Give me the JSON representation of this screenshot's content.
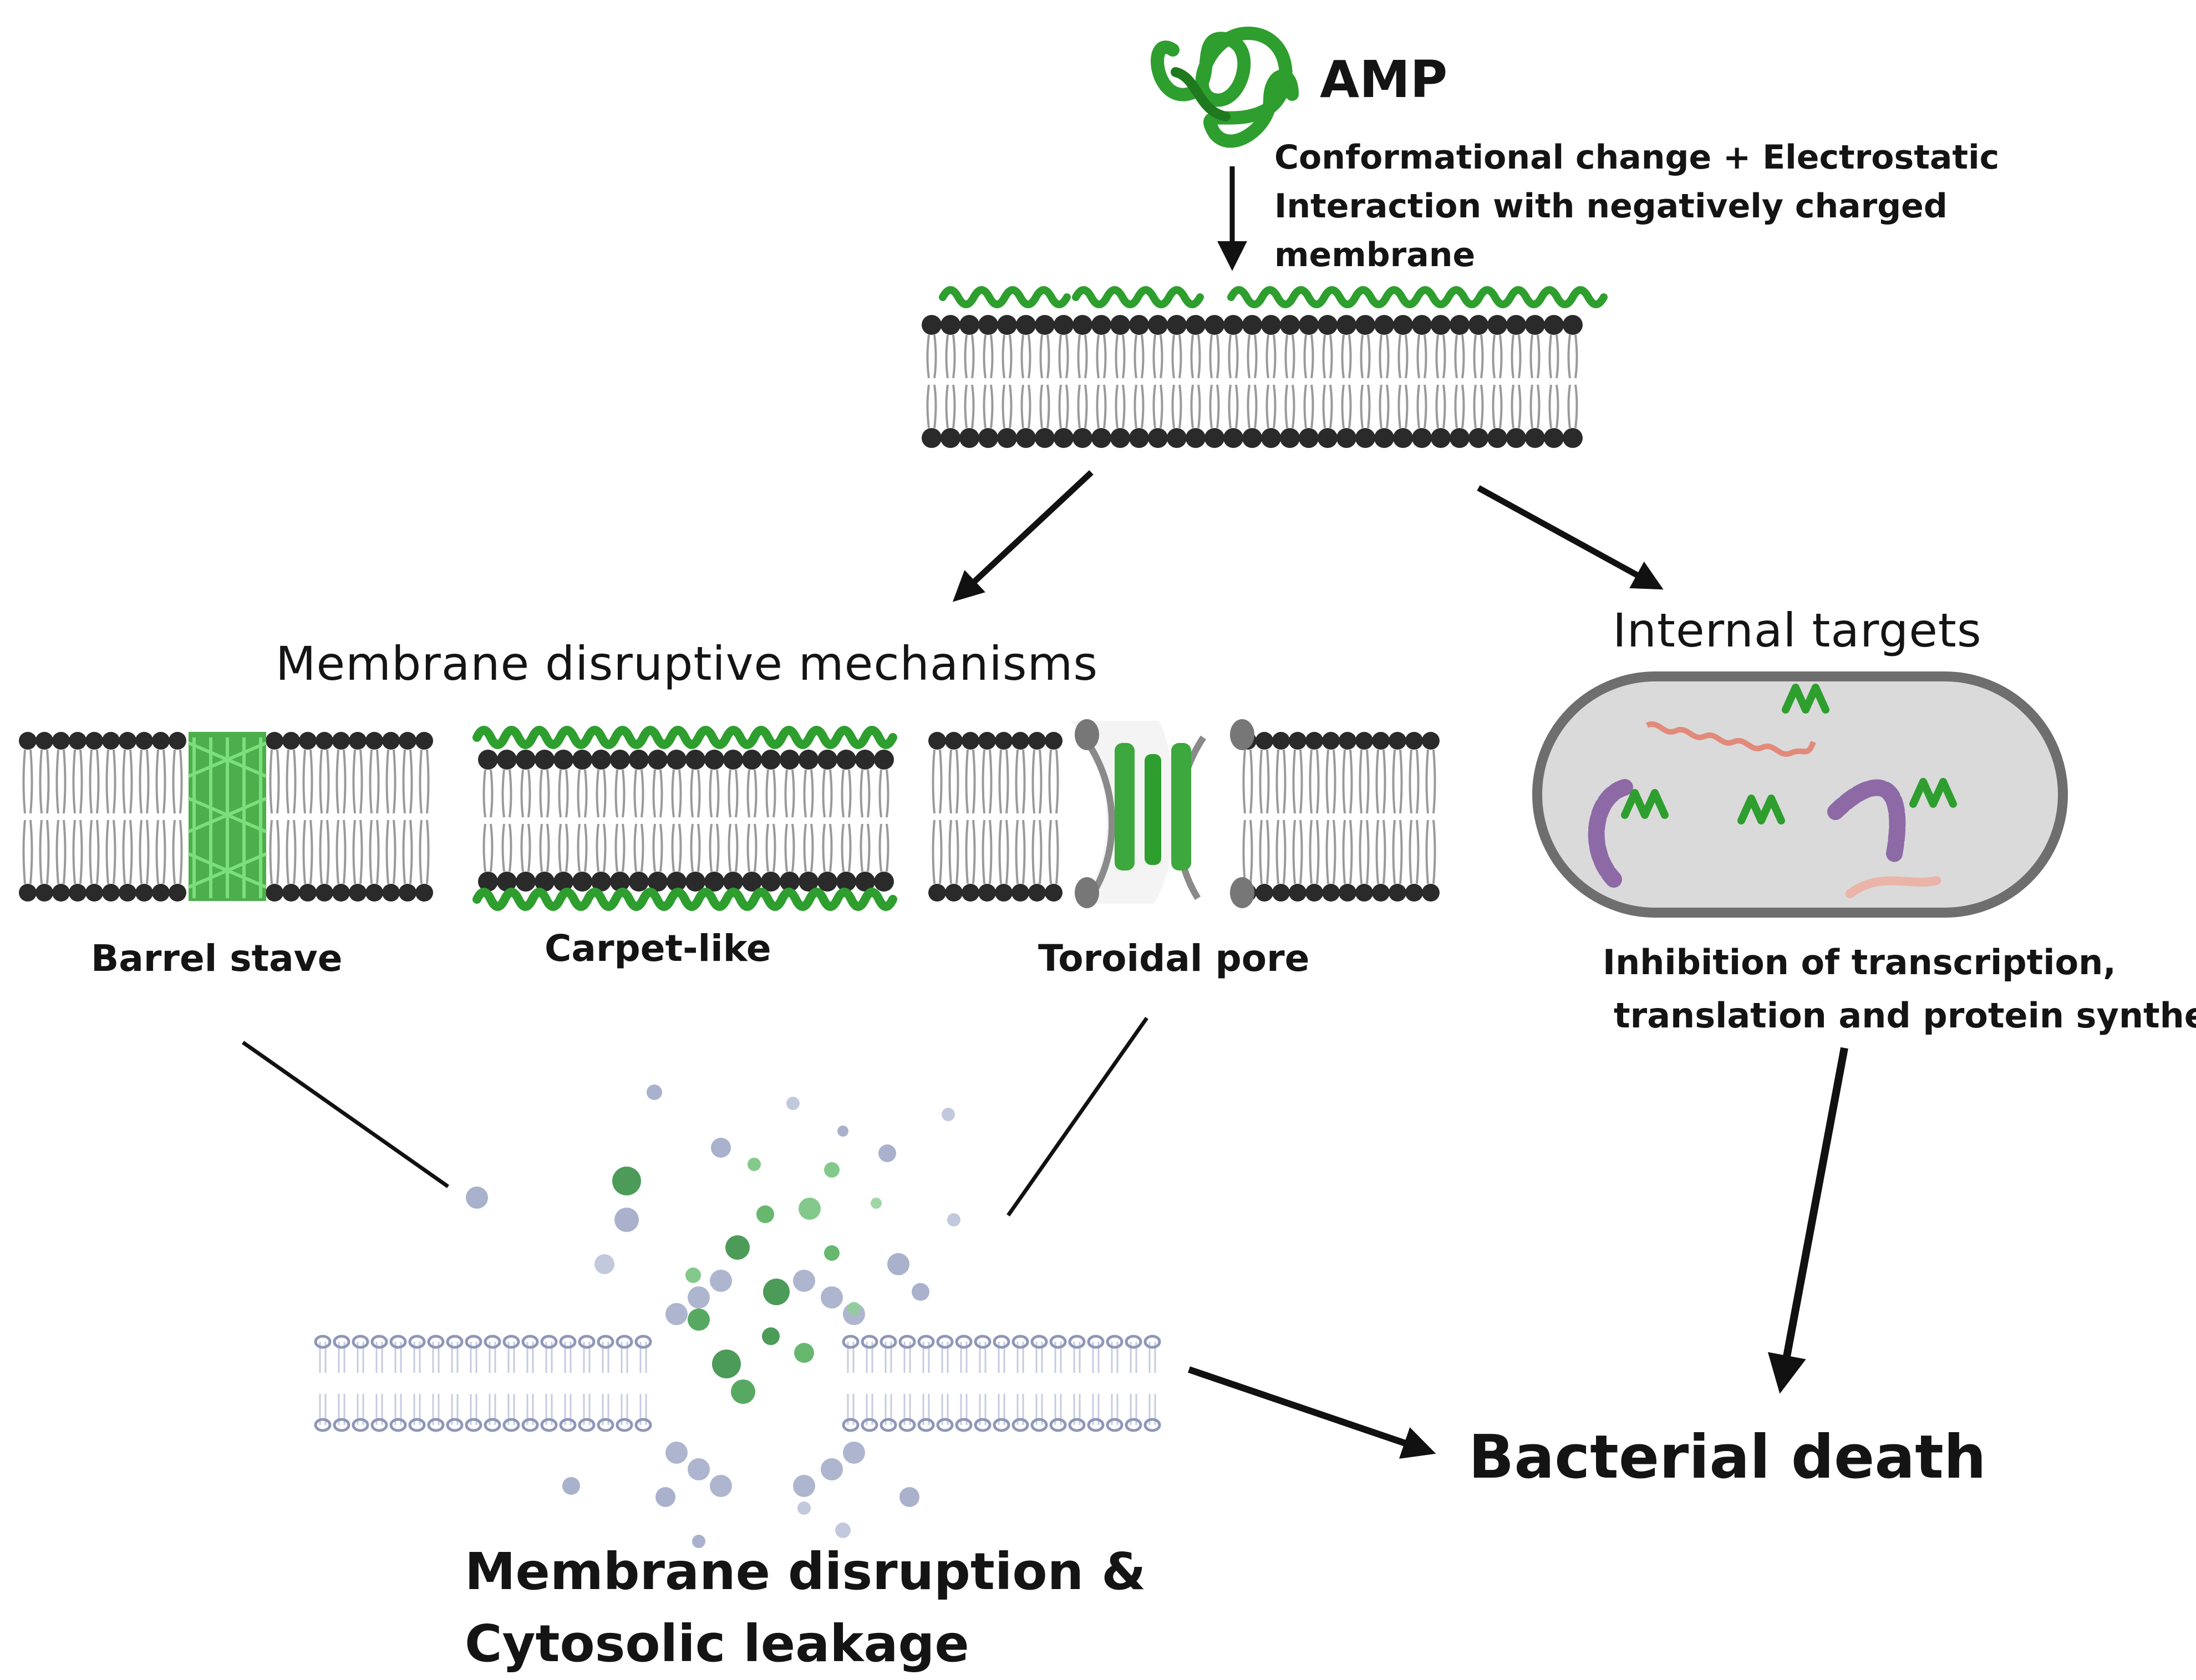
{
  "amp": {
    "title": "AMP",
    "description": [
      "Conformational change + Electrostatic",
      "Interaction with negatively charged",
      "membrane"
    ]
  },
  "membrane_disruptive": {
    "title": "Membrane disruptive mechanisms",
    "mechanisms": [
      "Barrel stave",
      "Carpet-like",
      "Toroidal pore"
    ]
  },
  "internal_targets": {
    "title": "Internal targets",
    "description": [
      "Inhibition of transcription,",
      "translation and protein synthesis"
    ]
  },
  "outcome": {
    "disruption": [
      "Membrane disruption &",
      "Cytosolic leakage"
    ],
    "death": "Bacterial death"
  },
  "colors": {
    "amp_green": "#2e9e2e",
    "lipid_head": "#2a2a2a",
    "lipid_tail": "#9a9a9a",
    "cell_fill": "#dcdcdc",
    "cell_border": "#6e6e6e",
    "rna_red": "#e28a7a",
    "dna_purple": "#8d6aa6",
    "leak_membrane": "#8e97b8"
  }
}
